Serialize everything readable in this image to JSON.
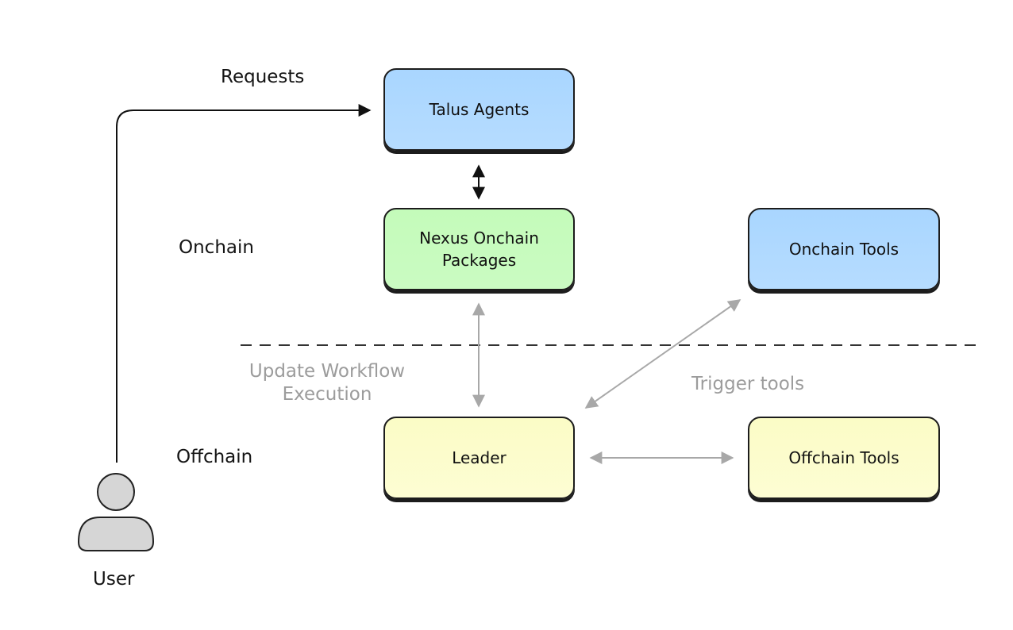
{
  "labels": {
    "requests": "Requests",
    "onchain": "Onchain",
    "offchain": "Offchain",
    "update_workflow": "Update Workflow\nExecution",
    "trigger_tools": "Trigger tools",
    "user": "User"
  },
  "nodes": {
    "talus_agents": "Talus Agents",
    "nexus_onchain_packages": "Nexus Onchain\nPackages",
    "onchain_tools": "Onchain Tools",
    "leader": "Leader",
    "offchain_tools": "Offchain Tools"
  },
  "colors": {
    "agents_fill": "#b0d9ff",
    "packages_fill": "#c7fbbe",
    "tools_onchain_fill": "#b0d9ff",
    "leader_fill": "#fcfccc",
    "tools_offchain_fill": "#fcfccc",
    "stroke": "#1c1c1c",
    "muted_arrow": "#a8a8a8",
    "user_icon": "#d6d6d6"
  },
  "icons": {
    "user": "user-icon"
  }
}
